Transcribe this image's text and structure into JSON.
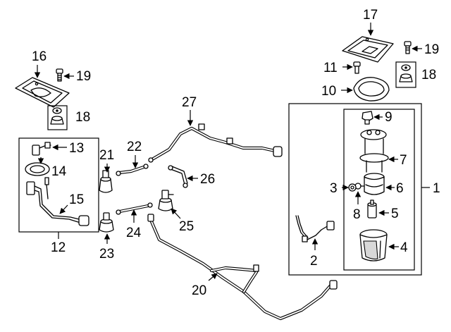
{
  "callouts": {
    "c1": "1",
    "c2": "2",
    "c3": "3",
    "c4": "4",
    "c5": "5",
    "c6": "6",
    "c7": "7",
    "c8": "8",
    "c9": "9",
    "c10": "10",
    "c11": "11",
    "c12": "12",
    "c13": "13",
    "c14": "14",
    "c15": "15",
    "c16": "16",
    "c17": "17",
    "c18a": "18",
    "c18b": "18",
    "c19a": "19",
    "c19b": "19",
    "c20": "20",
    "c21": "21",
    "c22": "22",
    "c23": "23",
    "c24": "24",
    "c25": "25",
    "c26": "26",
    "c27": "27"
  }
}
